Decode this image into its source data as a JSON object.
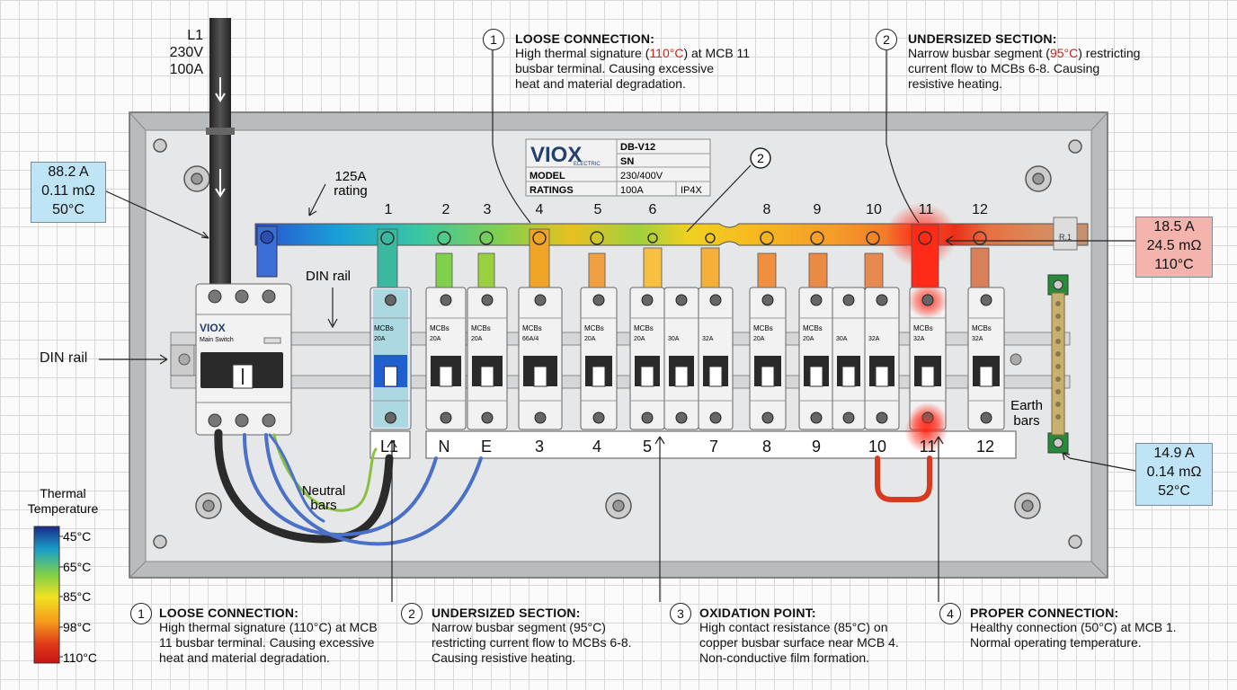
{
  "supply": {
    "phase": "L1",
    "voltage": "230V",
    "current": "100A"
  },
  "busbar_rating": {
    "line1": "125A",
    "line2": "rating"
  },
  "din_rail_label": "DIN rail",
  "din_rail_inner_label": "DIN rail",
  "nameplate": {
    "brand": "VIOX",
    "brand_sub": "ELECTRIC",
    "model_code": "DB-V12",
    "sn_label": "SN",
    "model_label": "MODEL",
    "model_value": "230/400V",
    "ratings_label": "RATINGS",
    "ratings_value": "100A",
    "ip_value": "IP4X"
  },
  "main_switch": {
    "brand": "VIOX",
    "label": "Main Switch"
  },
  "position_numbers": [
    "1",
    "2",
    "3",
    "4",
    "5",
    "6",
    "8",
    "9",
    "10",
    "11",
    "12"
  ],
  "busbar_marker": "2",
  "busbar_end_label": "R.1",
  "breakers": [
    {
      "label": "MCBs",
      "rating": "20A"
    },
    {
      "label": "MCBs",
      "rating": "20A"
    },
    {
      "label": "MCBs",
      "rating": "20A"
    },
    {
      "label": "MCBs",
      "rating": "66A/4"
    },
    {
      "label": "MCBs",
      "rating": "20A"
    },
    {
      "label": "MCBs",
      "rating": "20A"
    },
    {
      "label": "",
      "rating": "30A"
    },
    {
      "label": "",
      "rating": "32A"
    },
    {
      "label": "MCBs",
      "rating": "20A"
    },
    {
      "label": "MCBs",
      "rating": "20A"
    },
    {
      "label": "",
      "rating": "30A"
    },
    {
      "label": "",
      "rating": "32A"
    },
    {
      "label": "MCBs",
      "rating": "32A"
    },
    {
      "label": "MCBs",
      "rating": "32A"
    }
  ],
  "terminal_labels": [
    "L1",
    "N",
    "E",
    "3",
    "4",
    "5",
    "7",
    "8",
    "9",
    "10",
    "11",
    "12"
  ],
  "neutral_bars": {
    "line1": "Neutral",
    "line2": "bars"
  },
  "earth_bars": {
    "line1": "Earth",
    "line2": "bars"
  },
  "measurements": {
    "main": {
      "current": "88.2 A",
      "resistance": "0.11 mΩ",
      "temp": "50°C"
    },
    "hotspot": {
      "current": "18.5 A",
      "resistance": "24.5 mΩ",
      "temp": "110°C"
    },
    "earth": {
      "current": "14.9 A",
      "resistance": "0.14 mΩ",
      "temp": "52°C"
    }
  },
  "legend": {
    "title_line1": "Thermal",
    "title_line2": "Temperature",
    "ticks": [
      "45°C",
      "65°C",
      "85°C",
      "98°C",
      "110°C"
    ],
    "colors": [
      "#1a2a8a",
      "#1aa0c8",
      "#7fd04a",
      "#f2e020",
      "#f59a1c",
      "#e03a1a",
      "#c81414"
    ]
  },
  "top_callouts": [
    {
      "num": "1",
      "title": "LOOSE CONNECTION:",
      "body_pre": "High thermal signature (",
      "body_hot": "110°C",
      "body_mid": ") at MCB 11",
      "body_line2": "busbar terminal. Causing excessive",
      "body_line3": "heat and material degradation."
    },
    {
      "num": "2",
      "title": "UNDERSIZED SECTION:",
      "body_pre": "Narrow busbar segment (",
      "body_hot": "95°C",
      "body_mid": ") restricting",
      "body_line2": "current flow to MCBs 6-8. Causing",
      "body_line3": "resistive heating."
    }
  ],
  "bottom_callouts": [
    {
      "num": "1",
      "title": "LOOSE CONNECTION:",
      "lines": [
        "High thermal signature (110°C) at MCB",
        "11 busbar terminal. Causing excessive",
        "heat and material degradation."
      ]
    },
    {
      "num": "2",
      "title": "UNDERSIZED SECTION:",
      "lines": [
        "Narrow busbar segment (95°C)",
        "restricting current flow to MCBs 6-8.",
        "Causing resistive heating."
      ]
    },
    {
      "num": "3",
      "title": "OXIDATION POINT:",
      "lines": [
        "High contact resistance (85°C) on",
        "copper busbar surface near MCB 4.",
        "Non-conductive film formation."
      ]
    },
    {
      "num": "4",
      "title": "PROPER CONNECTION:",
      "lines": [
        "Healthy connection (50°C) at MCB 1.",
        "Normal operating temperature."
      ]
    }
  ]
}
